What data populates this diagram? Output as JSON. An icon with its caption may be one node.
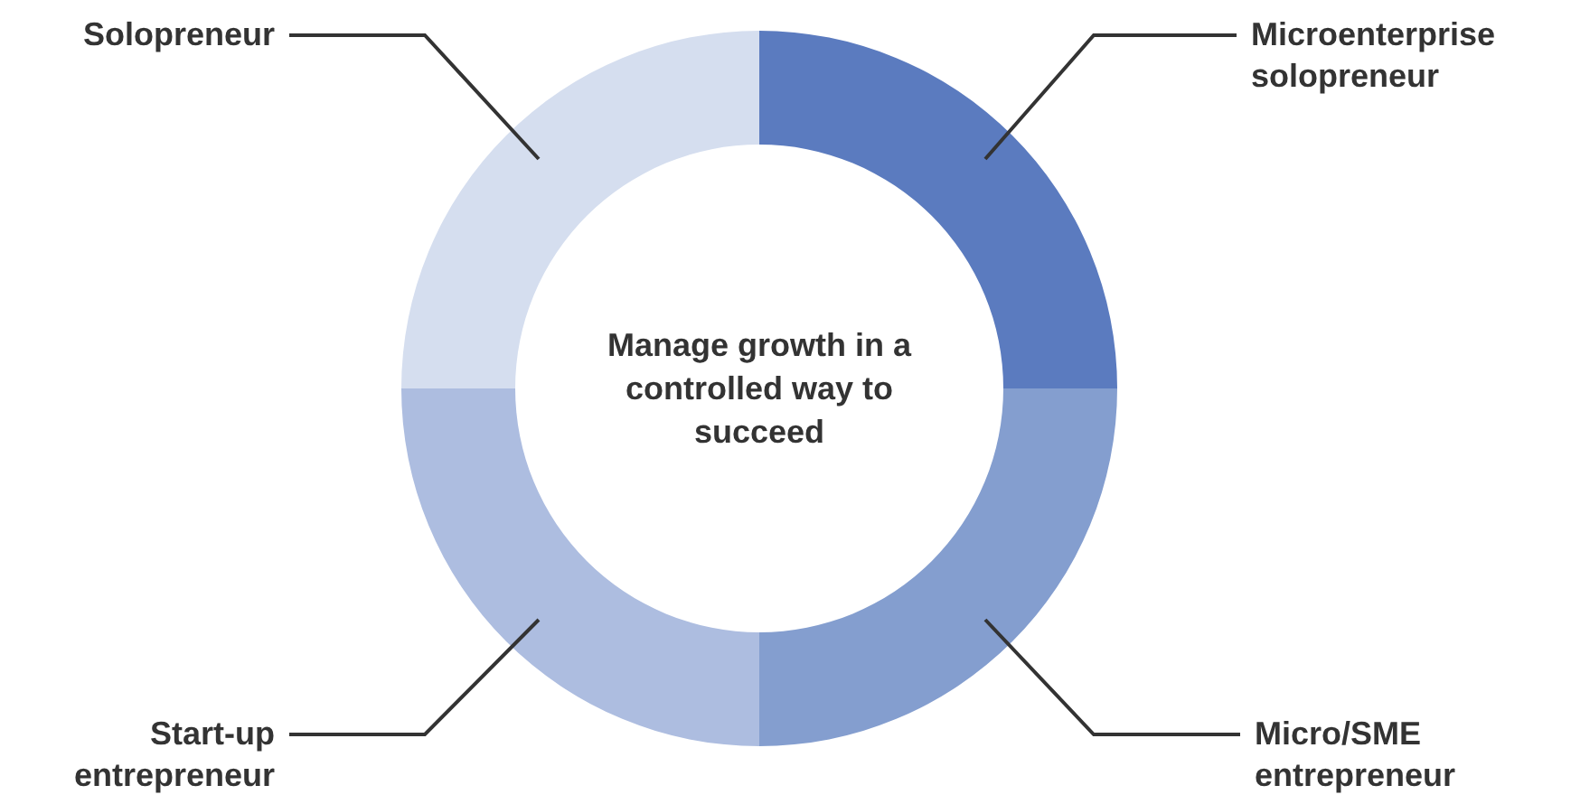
{
  "diagram": {
    "nodes": [
      {
        "text": [
          "Solopreneur"
        ]
      },
      {
        "text": [
          "Microenterprise solopreneur"
        ]
      },
      {
        "text": [],
        "shape": "segment"
      },
      {
        "text": [],
        "shape": "segment"
      },
      {
        "text": [
          "Manage growth in a controlled way to succeed"
        ]
      },
      {
        "text": [],
        "shape": "segment"
      },
      {
        "text": [],
        "shape": "segment"
      },
      {
        "text": [
          "Start-up entrepreneur"
        ]
      },
      {
        "text": [
          "Micro/SME entrepreneur"
        ]
      }
    ],
    "edges": [
      {
        "from": 0,
        "to": 2,
        "arrow": "none"
      },
      {
        "from": 1,
        "to": 3,
        "arrow": "none"
      },
      {
        "from": 7,
        "to": 5,
        "arrow": "none"
      },
      {
        "from": 8,
        "to": 6,
        "arrow": "none"
      }
    ]
  }
}
